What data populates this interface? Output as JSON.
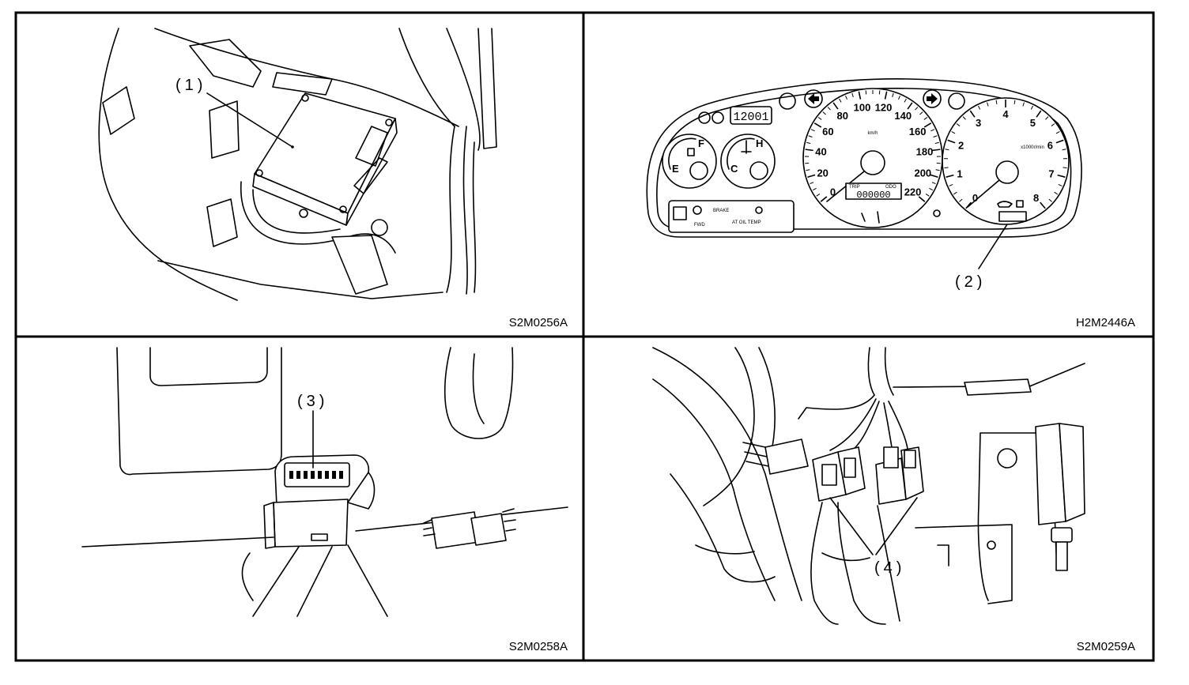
{
  "panels": [
    {
      "code": "S2M0256A",
      "callout": "(1)"
    },
    {
      "code": "H2M2446A",
      "callout": "(2)"
    },
    {
      "code": "S2M0258A",
      "callout": "(3)"
    },
    {
      "code": "S2M0259A",
      "callout": "(4)"
    }
  ],
  "cluster": {
    "odometer_small": "12001",
    "speedometer_ticks": [
      "0",
      "20",
      "40",
      "60",
      "80",
      "100",
      "120",
      "140",
      "160",
      "180",
      "200",
      "220"
    ],
    "speed_unit": "km/h",
    "trip_odo_display": "000000",
    "trip_label": "TRIP",
    "odo_label": "ODO",
    "tach_ticks": [
      "0",
      "1",
      "2",
      "3",
      "4",
      "5",
      "6",
      "7",
      "8"
    ],
    "tach_unit": "x1000r/min",
    "fuel_full": "F",
    "fuel_empty": "E",
    "temp_hot": "H",
    "temp_cold": "C",
    "brake_text": "BRAKE",
    "awd_text": "FWD",
    "atoil_text": "AT OIL TEMP"
  }
}
